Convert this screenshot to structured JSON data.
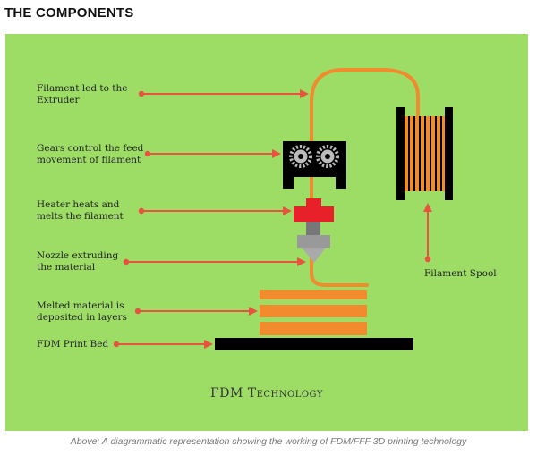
{
  "heading": "THE COMPONENTS",
  "labels": {
    "filament_extruder_line1": "Filament led to the",
    "filament_extruder_line2": "Extruder",
    "gears_line1": "Gears control the feed",
    "gears_line2": "movement of filament",
    "heater_line1": "Heater heats and",
    "heater_line2": "melts the filament",
    "nozzle_line1": "Nozzle extruding",
    "nozzle_line2": "the material",
    "melted_line1": "Melted material is",
    "melted_line2": "deposited in layers",
    "print_bed": "FDM Print Bed",
    "spool": "Filament Spool"
  },
  "diagram_title": "FDM Technology",
  "caption": "Above: A diagrammatic representation showing the working of FDM/FFF 3D printing technology",
  "colors": {
    "background": "#9ddd66",
    "filament": "#f28a2e",
    "arrow": "#e8533f",
    "heater": "#e8202a",
    "nozzle": "#8a8a8a",
    "bed": "#000000"
  }
}
